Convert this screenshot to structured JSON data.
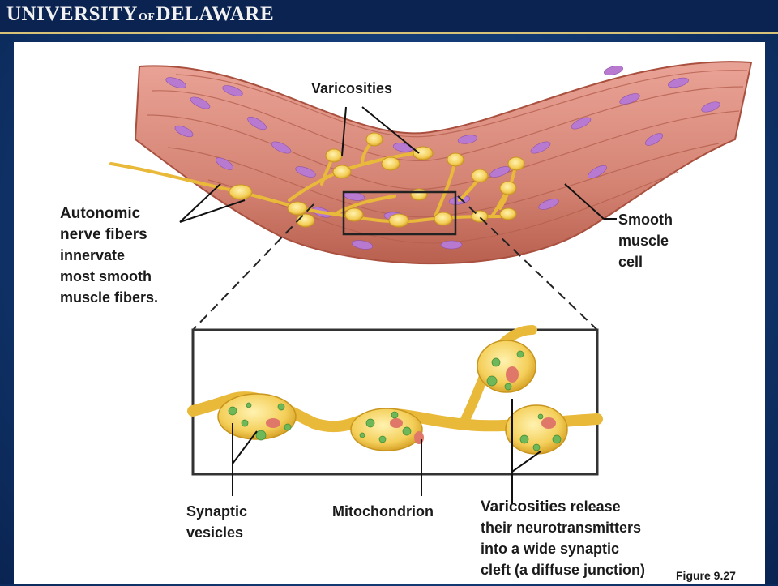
{
  "header": {
    "logo_part1": "UNIVERSITY",
    "logo_part2": "OF",
    "logo_part3": "DELAWARE"
  },
  "labels": {
    "varicosities_top": "Varicosities",
    "autonomic_line1": "Autonomic",
    "autonomic_line2": "nerve fibers",
    "autonomic_line3": "innervate",
    "autonomic_line4": "most smooth",
    "autonomic_line5": "muscle fibers.",
    "smooth_line1": "Smooth",
    "smooth_line2": "muscle",
    "smooth_line3": "cell",
    "synaptic_line1": "Synaptic",
    "synaptic_line2": "vesicles",
    "mitochondrion": "Mitochondrion",
    "varicosities_bold": "Varicosities",
    "release_line1_rest": " release",
    "release_line2": "their neurotransmitters",
    "release_line3": "into a wide synaptic",
    "release_line4": "cleft (a diffuse junction)",
    "figure": "Figure 9.27"
  },
  "colors": {
    "background": "#123a73",
    "muscle": "#d98c7e",
    "nucleus": "#b77ad0",
    "nerve": "#f2c84b",
    "mito": "#e0786a",
    "vesicle": "#6fb85a",
    "header_rule": "#d7c27a"
  }
}
